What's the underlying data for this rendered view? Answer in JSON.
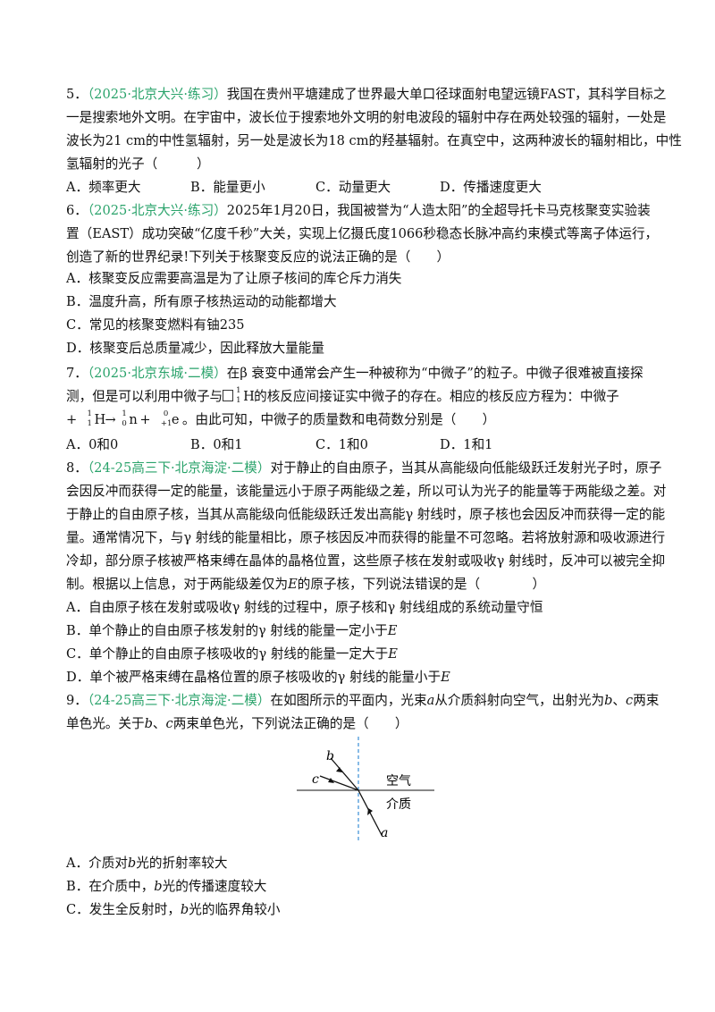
{
  "q5": {
    "num": "5．",
    "src": "（2025·北京大兴·练习）",
    "l1": "我国在贵州平塘建成了世界最大单口径球面射电望远镜FAST，其科学目标之",
    "l2": "一是搜索地外文明。在宇宙中，波长位于搜索地外文明的射电波段的辐射中存在两处较强的辐射，一处是",
    "l3": "波长为21 cm的中性氢辐射，另一处是波长为18 cm的羟基辐射。在真空中，这两种波长的辐射相比，中性",
    "l4": "氢辐射的光子（　　　）",
    "opts": [
      "A．频率更大",
      "B．能量更小",
      "C．动量更大",
      "D．传播速度更大"
    ]
  },
  "q6": {
    "num": "6．",
    "src": "（2025·北京大兴·练习）",
    "l1": "2025年1月20日，我国被誉为“人造太阳”的全超导托卡马克核聚变实验装",
    "l2": "置（EAST）成功突破“亿度千秒”大关，实现上亿摄氏度1066秒稳态长脉冲高约束模式等离子体运行，",
    "l3": "创造了新的世界纪录!下列关于核聚变反应的说法正确的是（　　）",
    "opts": [
      "A．核聚变反应需要高温是为了让原子核间的库仑斥力消失",
      "B．温度升高，所有原子核热运动的动能都增大",
      "C．常见的核聚变燃料有铀235",
      "D．核聚变后总质量减少，因此释放大量能量"
    ]
  },
  "q7": {
    "num": "7．",
    "src": "（2025·北京东城·二模）",
    "l1": "在β 衰变中通常会产生一种被称为“中微子”的粒子。中微子很难被直接探",
    "l2a": "测，但是可以利用中微子与",
    "l2b": "的核反应间接证实中微子的存在。相应的核反应方程为：中微子",
    "eq_plus": "+",
    "eq_arrow": "→",
    "eq_plus2": "+",
    "eq_tail": "。由此可知，中微子的质量数和电荷数分别是（　　）",
    "H": {
      "sup": "1",
      "sub": "1",
      "sym": "H"
    },
    "n": {
      "sup": "1",
      "sub": "0",
      "sym": "n"
    },
    "e": {
      "sup": "0",
      "sub": "+1",
      "sym": "e"
    },
    "opts": [
      "A．0和0",
      "B．0和1",
      "C．1和0",
      "D．1和1"
    ]
  },
  "q8": {
    "num": "8．",
    "src": "（24-25高三下·北京海淀·二模）",
    "l1": "对于静止的自由原子，当其从高能级向低能级跃迁发射光子时，原子",
    "l2": "会因反冲而获得一定的能量，该能量远小于原子两能级之差，所以可认为光子的能量等于两能级之差。对",
    "l3": "于静止的自由原子核，当其从高能级向低能级跃迁发出高能γ 射线时，原子核也会因反冲而获得一定的能",
    "l4": "量。通常情况下，与γ 射线的能量相比，原子核因反冲而获得的能量不可忽略。若将放射源和吸收源进行",
    "l5": "冷却，部分原子核被严格束缚在晶体的晶格位置，这些原子核在发射或吸收γ 射线时，反冲可以被完全抑",
    "l6a": "制。根据以上信息，对于两能级差仅为",
    "E": "E",
    "l6b": "的原子核，下列说法错误的是（　　　　）",
    "optA": "A．自由原子核在发射或吸收γ 射线的过程中，原子核和γ 射线组成的系统动量守恒",
    "optB": "B．单个静止的自由原子核发射的γ 射线的能量一定小于",
    "optC": "C．单个静止的自由原子核吸收的γ 射线的能量一定大于",
    "optD": "D．单个被严格束缚在晶格位置的原子核吸收的γ 射线的能量小于"
  },
  "q9": {
    "num": "9．",
    "src": "（24-25高三下·北京海淀·二模）",
    "l1a": "在如图所示的平面内，光束",
    "a": "a",
    "l1b": "从介质斜射向空气，出射光为",
    "b": "b",
    "sep": "、",
    "c": "c",
    "l1c": "两束",
    "l2a": "单色光。关于",
    "l2b": "两束单色光，下列说法正确的是（　　）",
    "fig": {
      "air": "空气",
      "medium": "介质",
      "a": "a",
      "b": "b",
      "c": "c"
    },
    "optA1": "A．介质对",
    "optA2": "光的折射率较大",
    "optB1": "B．在介质中，",
    "optB2": "光的传播速度较大",
    "optC1": "C．发生全反射时，",
    "optC2": "光的临界角较小"
  }
}
